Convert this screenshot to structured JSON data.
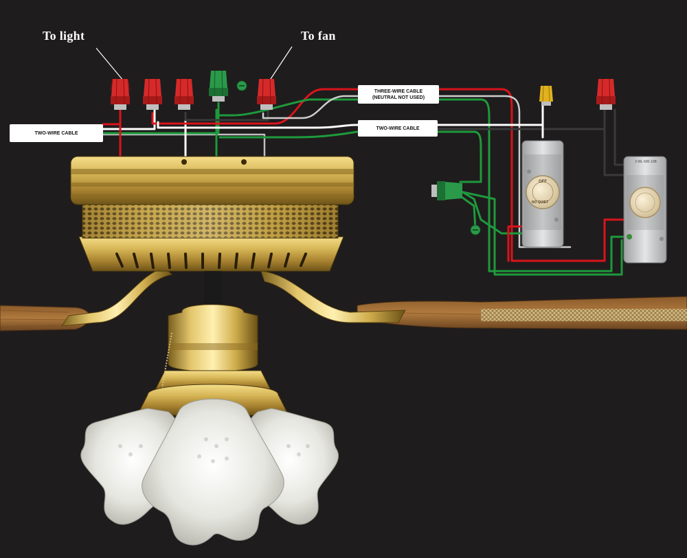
{
  "callouts": {
    "to_light": "To light",
    "to_fan": "To fan"
  },
  "cable_labels": {
    "two_wire_left": "TWO-WIRE CABLE",
    "three_wire_line1": "THREE-WIRE CABLE",
    "three_wire_line2": "(NEUTRAL NOT USED)",
    "two_wire_right": "TWO-WIRE CABLE"
  },
  "fan_control": {
    "knob_off": "OFF",
    "knob_quiet": "NO QUIET"
  },
  "dimmer": {
    "plate_top": "3 WL 600-10B"
  },
  "colors": {
    "background": "#1f1c1d",
    "hot_wire": "#d9141b",
    "neutral_wire": "#ffffff",
    "ground_wire": "#1e9a3c",
    "bare_wire": "#c8c8c8",
    "brass": "#c9a84a",
    "nut_red": "#d62a2a",
    "nut_green": "#2a9a4a",
    "nut_yellow": "#e0b21e"
  },
  "icons": [
    "wire-nut-icon",
    "ground-screw-icon"
  ]
}
